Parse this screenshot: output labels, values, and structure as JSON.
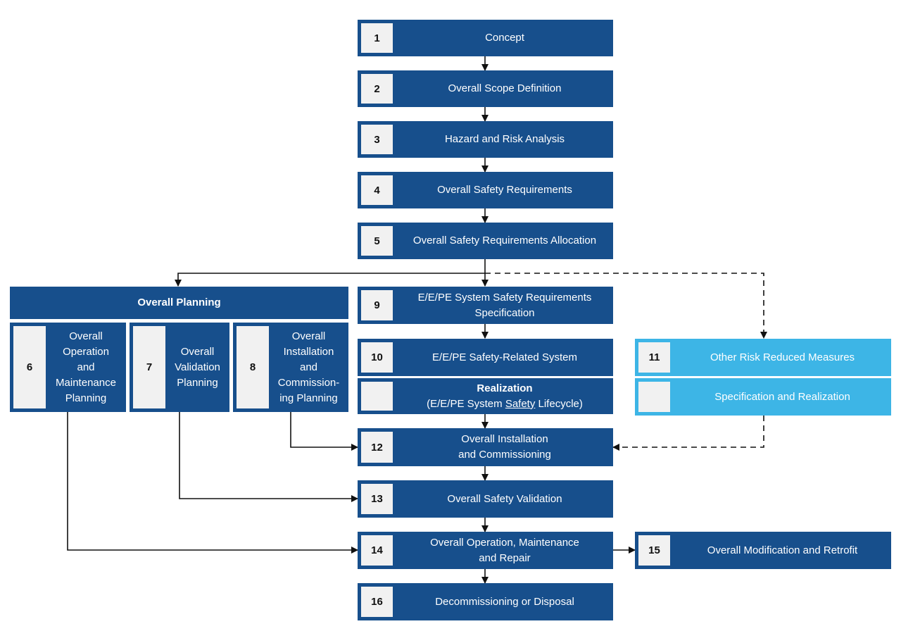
{
  "colors": {
    "dark_blue": "#174f8c",
    "light_blue": "#3db5e6",
    "number_box": "#f1f1f1",
    "arrow": "#111111"
  },
  "steps": {
    "s1": {
      "num": "1",
      "label": "Concept"
    },
    "s2": {
      "num": "2",
      "label": "Overall Scope Definition"
    },
    "s3": {
      "num": "3",
      "label": "Hazard and Risk Analysis"
    },
    "s4": {
      "num": "4",
      "label": "Overall Safety Requirements"
    },
    "s5": {
      "num": "5",
      "label": "Overall Safety Requirements Allocation"
    },
    "planning_header": "Overall Planning",
    "s6": {
      "num": "6",
      "lines": [
        "Overall",
        "Operation",
        "and",
        "Maintenance",
        "Planning"
      ]
    },
    "s7": {
      "num": "7",
      "lines": [
        "Overall",
        "Validation",
        "Planning"
      ]
    },
    "s8": {
      "num": "8",
      "lines": [
        "Overall",
        "Installation",
        "and",
        "Commission-",
        "ing Planning"
      ]
    },
    "s9": {
      "num": "9",
      "lines": [
        "E/E/PE System Safety Requirements",
        "Specification"
      ]
    },
    "s10": {
      "num": "10",
      "label": "E/E/PE Safety-Related System"
    },
    "s10b": {
      "title": "Realization",
      "pre": "(E/E/PE System ",
      "underlined": "Safety",
      "post": " Lifecycle)"
    },
    "s11": {
      "num": "11",
      "label": "Other Risk Reduced Measures"
    },
    "s11b": {
      "label": "Specification and Realization"
    },
    "s12": {
      "num": "12",
      "lines": [
        "Overall Installation",
        "and Commissioning"
      ]
    },
    "s13": {
      "num": "13",
      "label": "Overall Safety Validation"
    },
    "s14": {
      "num": "14",
      "lines": [
        "Overall Operation, Maintenance",
        "and Repair"
      ]
    },
    "s15": {
      "num": "15",
      "label": "Overall Modification and Retrofit"
    },
    "s16": {
      "num": "16",
      "label": "Decommissioning or Disposal"
    }
  }
}
